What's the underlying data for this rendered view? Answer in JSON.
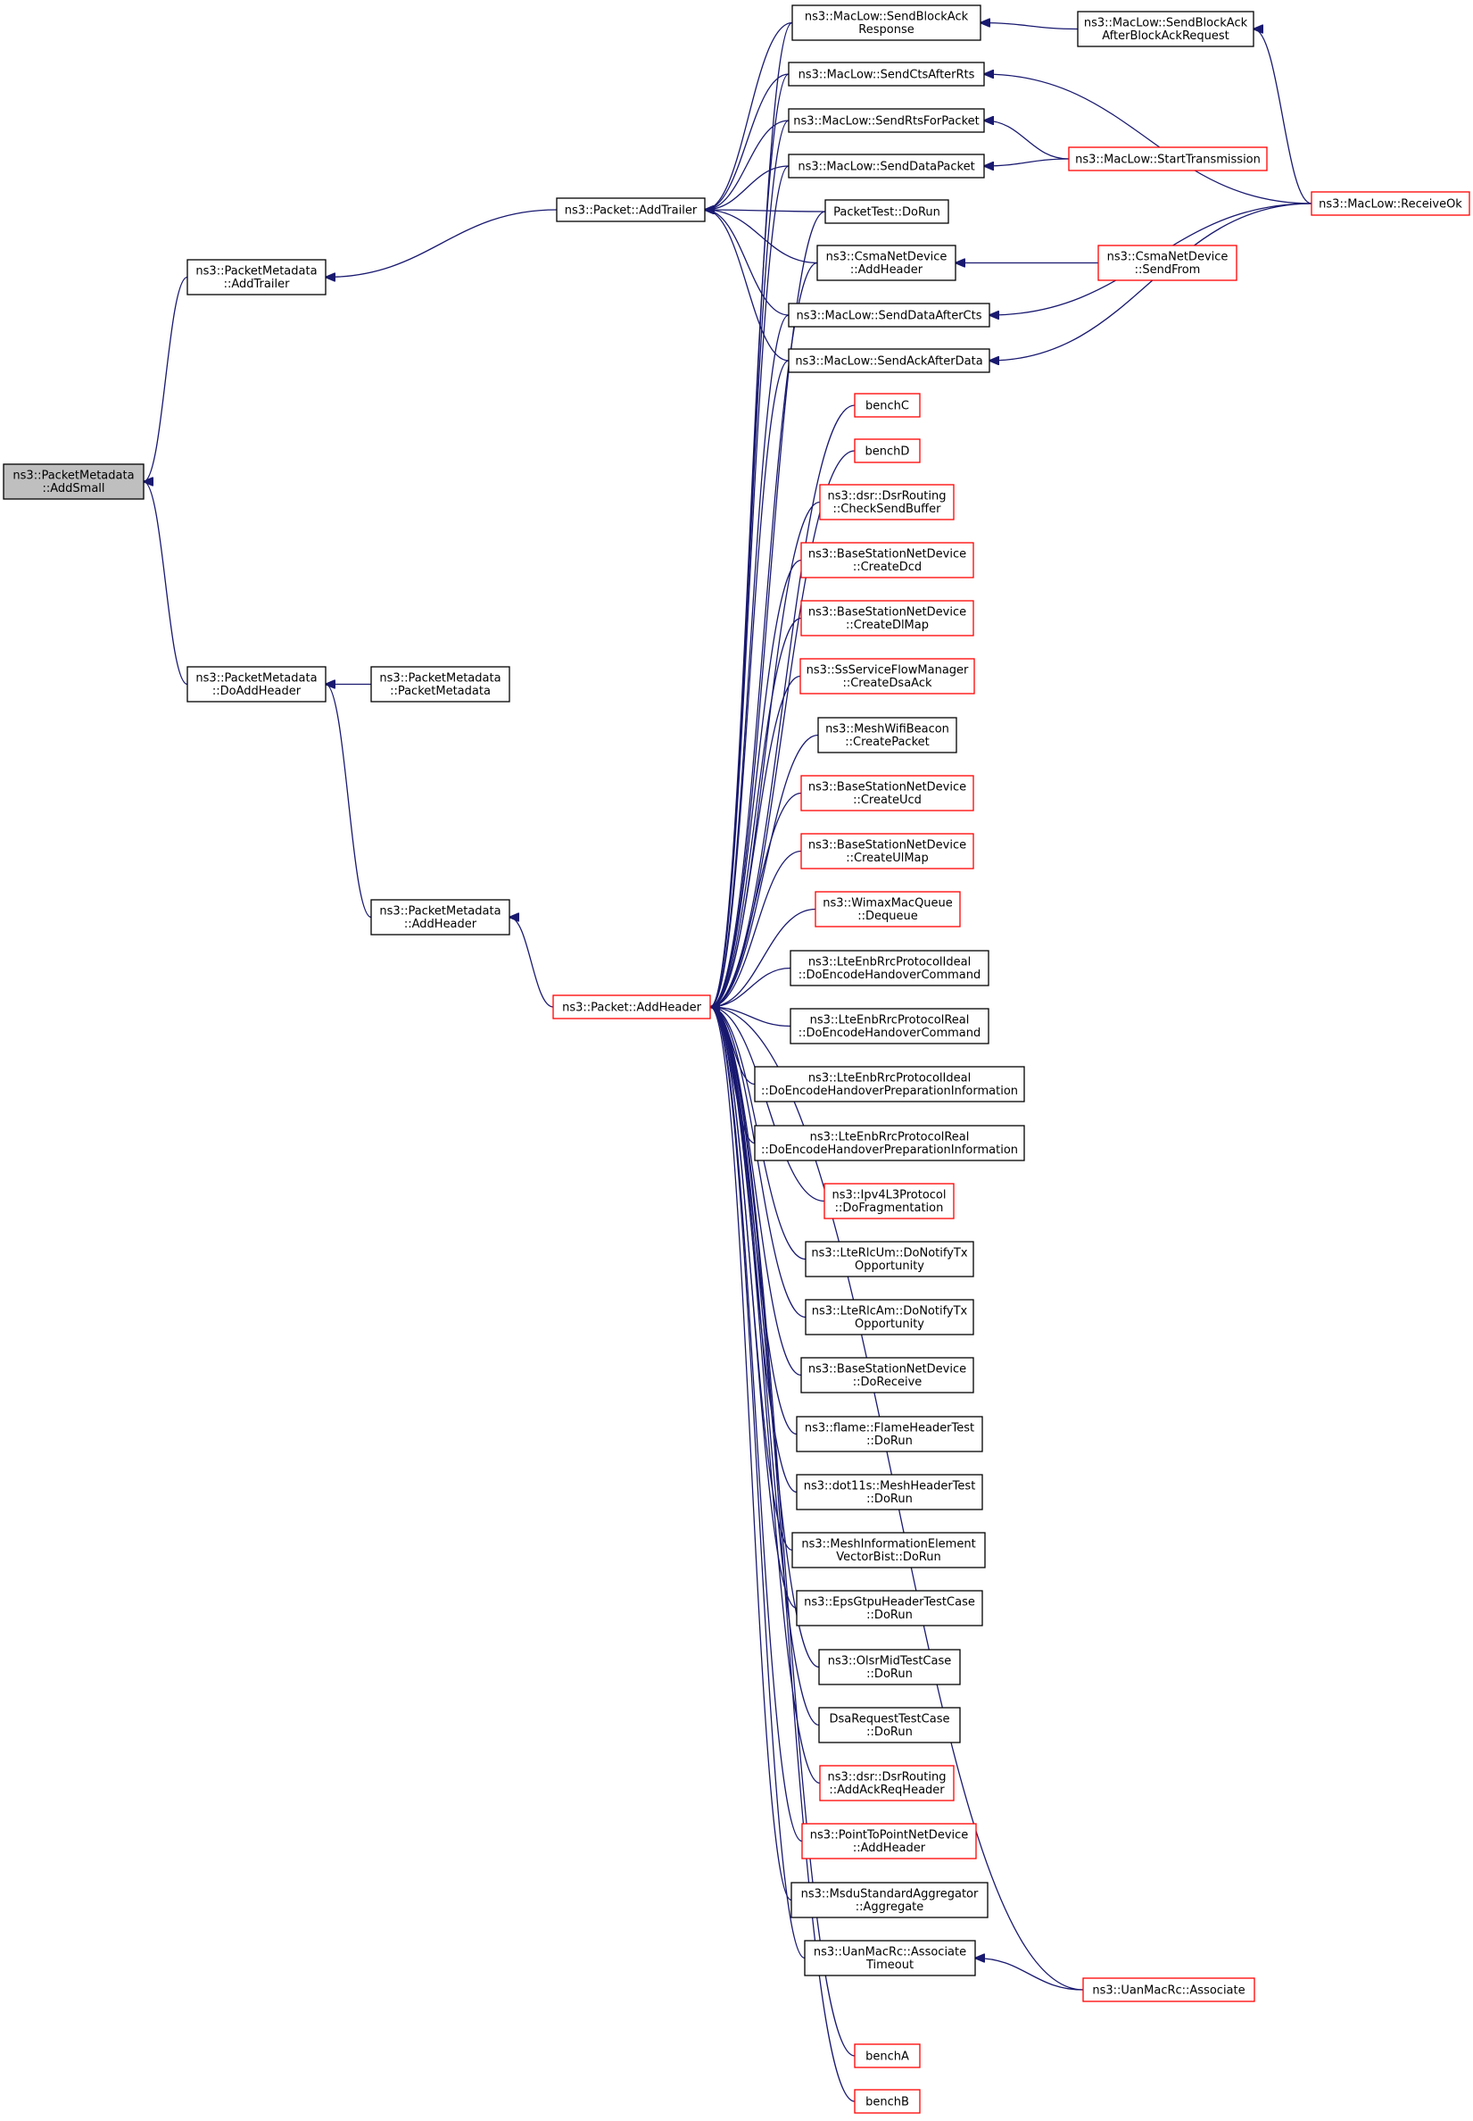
{
  "diagram": {
    "nodes": [
      {
        "id": "addSmall",
        "lines": [
          "ns3::PacketMetadata",
          "::AddSmall"
        ],
        "style": "root"
      },
      {
        "id": "pmAddTrailer",
        "lines": [
          "ns3::PacketMetadata",
          "::AddTrailer"
        ],
        "style": "normal"
      },
      {
        "id": "doAddHeader",
        "lines": [
          "ns3::PacketMetadata",
          "::DoAddHeader"
        ],
        "style": "normal"
      },
      {
        "id": "pmCtor",
        "lines": [
          "ns3::PacketMetadata",
          "::PacketMetadata"
        ],
        "style": "normal"
      },
      {
        "id": "pmAddHeader",
        "lines": [
          "ns3::PacketMetadata",
          "::AddHeader"
        ],
        "style": "normal"
      },
      {
        "id": "pktAddTrailer",
        "lines": [
          "ns3::Packet::AddTrailer"
        ],
        "style": "normal"
      },
      {
        "id": "pktAddHeader",
        "lines": [
          "ns3::Packet::AddHeader"
        ],
        "style": "trunc"
      },
      {
        "id": "sendBlockAckResp",
        "lines": [
          "ns3::MacLow::SendBlockAck",
          "Response"
        ],
        "style": "normal"
      },
      {
        "id": "sendCtsAfterRts",
        "lines": [
          "ns3::MacLow::SendCtsAfterRts"
        ],
        "style": "normal"
      },
      {
        "id": "sendRtsForPacket",
        "lines": [
          "ns3::MacLow::SendRtsForPacket"
        ],
        "style": "normal"
      },
      {
        "id": "sendDataPacket",
        "lines": [
          "ns3::MacLow::SendDataPacket"
        ],
        "style": "normal"
      },
      {
        "id": "packetTestDoRun",
        "lines": [
          "PacketTest::DoRun"
        ],
        "style": "normal"
      },
      {
        "id": "csmaAddHeader",
        "lines": [
          "ns3::CsmaNetDevice",
          "::AddHeader"
        ],
        "style": "normal"
      },
      {
        "id": "sendDataAfterCts",
        "lines": [
          "ns3::MacLow::SendDataAfterCts"
        ],
        "style": "normal"
      },
      {
        "id": "sendAckAfterData",
        "lines": [
          "ns3::MacLow::SendAckAfterData"
        ],
        "style": "normal"
      },
      {
        "id": "benchC",
        "lines": [
          "benchC"
        ],
        "style": "trunc"
      },
      {
        "id": "benchD",
        "lines": [
          "benchD"
        ],
        "style": "trunc"
      },
      {
        "id": "checkSendBuffer",
        "lines": [
          "ns3::dsr::DsrRouting",
          "::CheckSendBuffer"
        ],
        "style": "trunc"
      },
      {
        "id": "createDcd",
        "lines": [
          "ns3::BaseStationNetDevice",
          "::CreateDcd"
        ],
        "style": "trunc"
      },
      {
        "id": "createDlMap",
        "lines": [
          "ns3::BaseStationNetDevice",
          "::CreateDlMap"
        ],
        "style": "trunc"
      },
      {
        "id": "createDsaAck",
        "lines": [
          "ns3::SsServiceFlowManager",
          "::CreateDsaAck"
        ],
        "style": "trunc"
      },
      {
        "id": "meshCreatePacket",
        "lines": [
          "ns3::MeshWifiBeacon",
          "::CreatePacket"
        ],
        "style": "normal"
      },
      {
        "id": "createUcd",
        "lines": [
          "ns3::BaseStationNetDevice",
          "::CreateUcd"
        ],
        "style": "trunc"
      },
      {
        "id": "createUlMap",
        "lines": [
          "ns3::BaseStationNetDevice",
          "::CreateUlMap"
        ],
        "style": "trunc"
      },
      {
        "id": "wimaxDequeue",
        "lines": [
          "ns3::WimaxMacQueue",
          "::Dequeue"
        ],
        "style": "trunc"
      },
      {
        "id": "lteIdealHoCmd",
        "lines": [
          "ns3::LteEnbRrcProtocolIdeal",
          "::DoEncodeHandoverCommand"
        ],
        "style": "normal"
      },
      {
        "id": "lteRealHoCmd",
        "lines": [
          "ns3::LteEnbRrcProtocolReal",
          "::DoEncodeHandoverCommand"
        ],
        "style": "normal"
      },
      {
        "id": "lteIdealHoPrep",
        "lines": [
          "ns3::LteEnbRrcProtocolIdeal",
          "::DoEncodeHandoverPreparationInformation"
        ],
        "style": "normal"
      },
      {
        "id": "lteRealHoPrep",
        "lines": [
          "ns3::LteEnbRrcProtocolReal",
          "::DoEncodeHandoverPreparationInformation"
        ],
        "style": "normal"
      },
      {
        "id": "ipv4Frag",
        "lines": [
          "ns3::Ipv4L3Protocol",
          "::DoFragmentation"
        ],
        "style": "trunc"
      },
      {
        "id": "rlcUmNotify",
        "lines": [
          "ns3::LteRlcUm::DoNotifyTx",
          "Opportunity"
        ],
        "style": "normal"
      },
      {
        "id": "rlcAmNotify",
        "lines": [
          "ns3::LteRlcAm::DoNotifyTx",
          "Opportunity"
        ],
        "style": "normal"
      },
      {
        "id": "bsDoReceive",
        "lines": [
          "ns3::BaseStationNetDevice",
          "::DoReceive"
        ],
        "style": "normal"
      },
      {
        "id": "flameTest",
        "lines": [
          "ns3::flame::FlameHeaderTest",
          "::DoRun"
        ],
        "style": "normal"
      },
      {
        "id": "dot11sTest",
        "lines": [
          "ns3::dot11s::MeshHeaderTest",
          "::DoRun"
        ],
        "style": "normal"
      },
      {
        "id": "meshInfoElem",
        "lines": [
          "ns3::MeshInformationElement",
          "VectorBist::DoRun"
        ],
        "style": "normal"
      },
      {
        "id": "epsGtpu",
        "lines": [
          "ns3::EpsGtpuHeaderTestCase",
          "::DoRun"
        ],
        "style": "normal"
      },
      {
        "id": "olsrMid",
        "lines": [
          "ns3::OlsrMidTestCase",
          "::DoRun"
        ],
        "style": "normal"
      },
      {
        "id": "dsaRequest",
        "lines": [
          "DsaRequestTestCase",
          "::DoRun"
        ],
        "style": "normal"
      },
      {
        "id": "dsrAckReq",
        "lines": [
          "ns3::dsr::DsrRouting",
          "::AddAckReqHeader"
        ],
        "style": "trunc"
      },
      {
        "id": "p2pAddHeader",
        "lines": [
          "ns3::PointToPointNetDevice",
          "::AddHeader"
        ],
        "style": "trunc"
      },
      {
        "id": "msduAggregate",
        "lines": [
          "ns3::MsduStandardAggregator",
          "::Aggregate"
        ],
        "style": "normal"
      },
      {
        "id": "uanAssocTimeout",
        "lines": [
          "ns3::UanMacRc::Associate",
          "Timeout"
        ],
        "style": "normal"
      },
      {
        "id": "benchA",
        "lines": [
          "benchA"
        ],
        "style": "trunc"
      },
      {
        "id": "benchB",
        "lines": [
          "benchB"
        ],
        "style": "trunc"
      },
      {
        "id": "sendBlockAckAfterReq",
        "lines": [
          "ns3::MacLow::SendBlockAck",
          "AfterBlockAckRequest"
        ],
        "style": "normal"
      },
      {
        "id": "startTransmission",
        "lines": [
          "ns3::MacLow::StartTransmission"
        ],
        "style": "trunc"
      },
      {
        "id": "csmaSendFrom",
        "lines": [
          "ns3::CsmaNetDevice",
          "::SendFrom"
        ],
        "style": "trunc"
      },
      {
        "id": "uanAssociate",
        "lines": [
          "ns3::UanMacRc::Associate"
        ],
        "style": "trunc"
      },
      {
        "id": "receiveOk",
        "lines": [
          "ns3::MacLow::ReceiveOk"
        ],
        "style": "trunc"
      }
    ],
    "edges": [
      [
        "addSmall",
        "pmAddTrailer"
      ],
      [
        "addSmall",
        "doAddHeader"
      ],
      [
        "pmAddTrailer",
        "pktAddTrailer"
      ],
      [
        "doAddHeader",
        "pmCtor"
      ],
      [
        "doAddHeader",
        "pmAddHeader"
      ],
      [
        "pmAddHeader",
        "pktAddHeader"
      ],
      [
        "pktAddTrailer",
        "sendBlockAckResp"
      ],
      [
        "pktAddTrailer",
        "sendCtsAfterRts"
      ],
      [
        "pktAddTrailer",
        "sendRtsForPacket"
      ],
      [
        "pktAddTrailer",
        "sendDataPacket"
      ],
      [
        "pktAddTrailer",
        "packetTestDoRun"
      ],
      [
        "pktAddTrailer",
        "csmaAddHeader"
      ],
      [
        "pktAddTrailer",
        "sendDataAfterCts"
      ],
      [
        "pktAddTrailer",
        "sendAckAfterData"
      ],
      [
        "pktAddHeader",
        "sendBlockAckResp"
      ],
      [
        "pktAddHeader",
        "sendCtsAfterRts"
      ],
      [
        "pktAddHeader",
        "sendRtsForPacket"
      ],
      [
        "pktAddHeader",
        "sendDataPacket"
      ],
      [
        "pktAddHeader",
        "packetTestDoRun"
      ],
      [
        "pktAddHeader",
        "csmaAddHeader"
      ],
      [
        "pktAddHeader",
        "sendDataAfterCts"
      ],
      [
        "pktAddHeader",
        "sendAckAfterData"
      ],
      [
        "pktAddHeader",
        "benchC"
      ],
      [
        "pktAddHeader",
        "benchD"
      ],
      [
        "pktAddHeader",
        "checkSendBuffer"
      ],
      [
        "pktAddHeader",
        "createDcd"
      ],
      [
        "pktAddHeader",
        "createDlMap"
      ],
      [
        "pktAddHeader",
        "createDsaAck"
      ],
      [
        "pktAddHeader",
        "meshCreatePacket"
      ],
      [
        "pktAddHeader",
        "createUcd"
      ],
      [
        "pktAddHeader",
        "createUlMap"
      ],
      [
        "pktAddHeader",
        "wimaxDequeue"
      ],
      [
        "pktAddHeader",
        "lteIdealHoCmd"
      ],
      [
        "pktAddHeader",
        "lteRealHoCmd"
      ],
      [
        "pktAddHeader",
        "lteIdealHoPrep"
      ],
      [
        "pktAddHeader",
        "lteRealHoPrep"
      ],
      [
        "pktAddHeader",
        "ipv4Frag"
      ],
      [
        "pktAddHeader",
        "rlcUmNotify"
      ],
      [
        "pktAddHeader",
        "rlcAmNotify"
      ],
      [
        "pktAddHeader",
        "bsDoReceive"
      ],
      [
        "pktAddHeader",
        "flameTest"
      ],
      [
        "pktAddHeader",
        "dot11sTest"
      ],
      [
        "pktAddHeader",
        "meshInfoElem"
      ],
      [
        "pktAddHeader",
        "epsGtpu"
      ],
      [
        "pktAddHeader",
        "olsrMid"
      ],
      [
        "pktAddHeader",
        "dsaRequest"
      ],
      [
        "pktAddHeader",
        "dsrAckReq"
      ],
      [
        "pktAddHeader",
        "p2pAddHeader"
      ],
      [
        "pktAddHeader",
        "msduAggregate"
      ],
      [
        "pktAddHeader",
        "uanAssocTimeout"
      ],
      [
        "pktAddHeader",
        "uanAssociate"
      ],
      [
        "pktAddHeader",
        "benchA"
      ],
      [
        "pktAddHeader",
        "benchB"
      ],
      [
        "sendBlockAckResp",
        "sendBlockAckAfterReq"
      ],
      [
        "sendCtsAfterRts",
        "receiveOk"
      ],
      [
        "sendRtsForPacket",
        "startTransmission"
      ],
      [
        "sendDataPacket",
        "startTransmission"
      ],
      [
        "csmaAddHeader",
        "csmaSendFrom"
      ],
      [
        "sendDataAfterCts",
        "receiveOk"
      ],
      [
        "sendAckAfterData",
        "receiveOk"
      ],
      [
        "sendBlockAckAfterReq",
        "receiveOk"
      ],
      [
        "uanAssocTimeout",
        "uanAssociate"
      ]
    ]
  }
}
